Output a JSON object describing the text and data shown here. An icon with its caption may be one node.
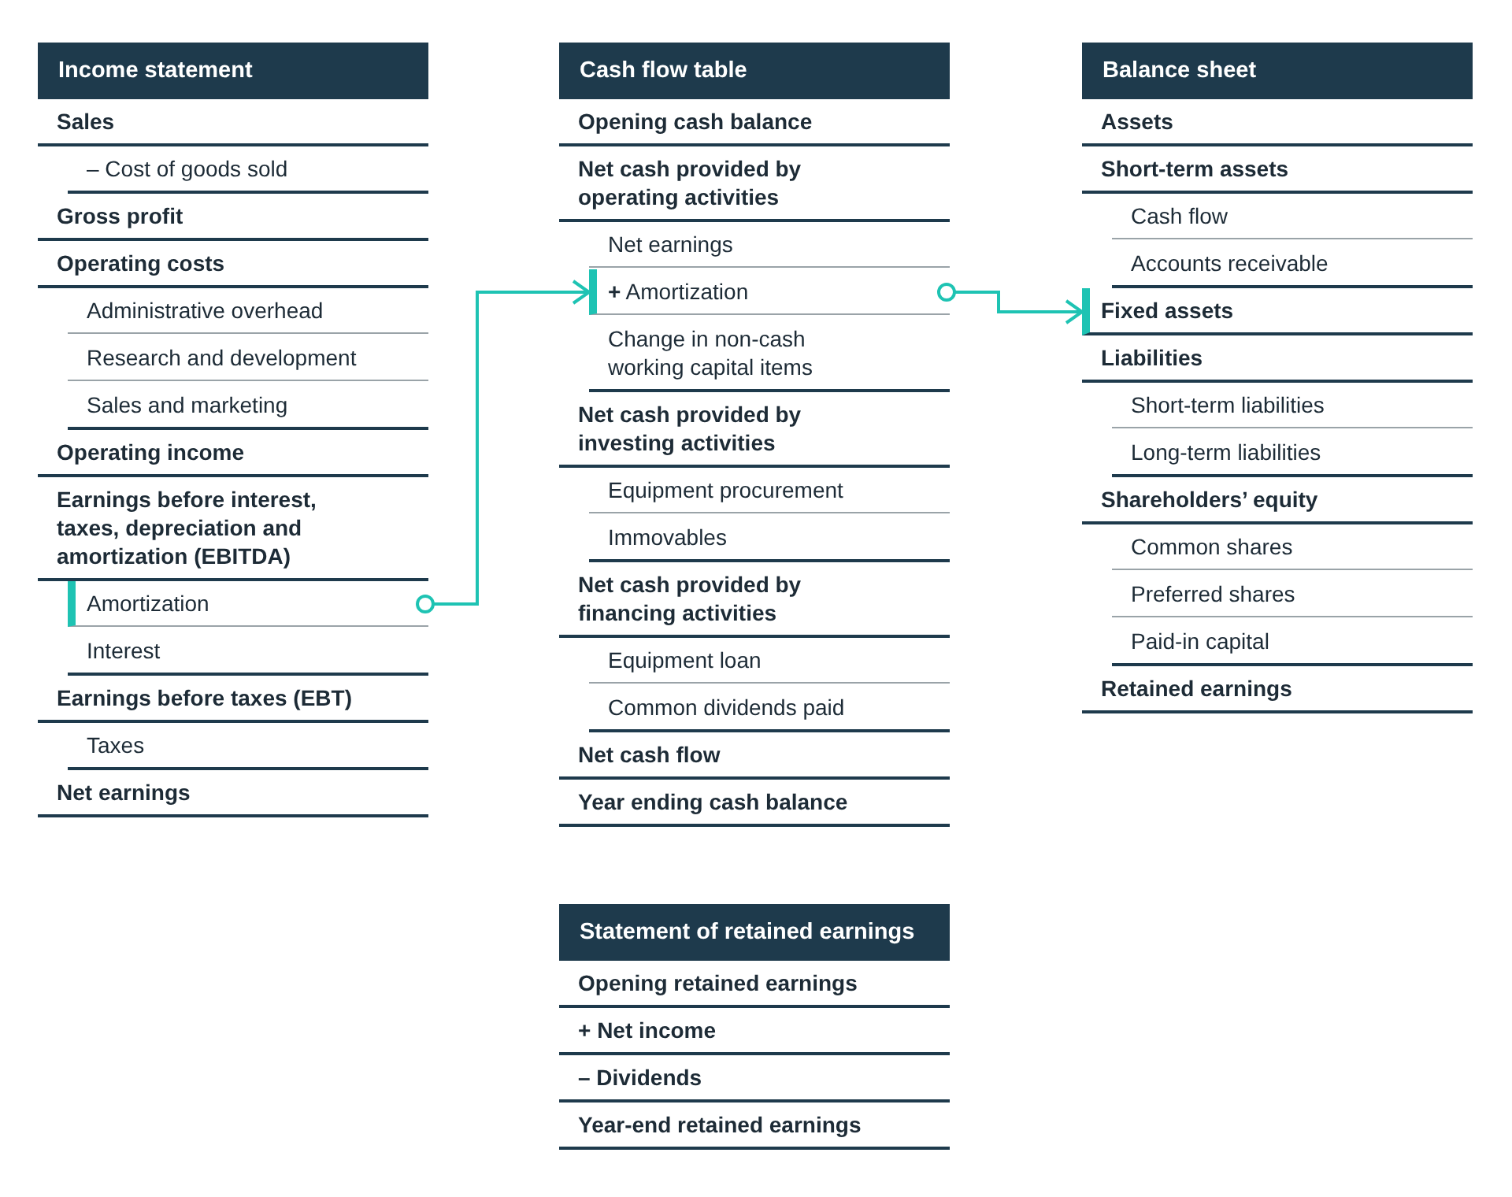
{
  "diagram": {
    "nodes": [
      {
        "text": [
          "Income statement"
        ]
      },
      {
        "text": [
          "Sales"
        ]
      },
      {
        "text": [
          "– Cost of goods sold"
        ]
      },
      {
        "text": [
          "Gross profit"
        ]
      },
      {
        "text": [
          "Operating costs"
        ]
      },
      {
        "text": [
          "Administrative overhead"
        ]
      },
      {
        "text": [
          "Research and development"
        ]
      },
      {
        "text": [
          "Sales and marketing"
        ]
      },
      {
        "text": [
          "Operating income"
        ]
      },
      {
        "text": [
          "Earnings before interest, taxes, depreciation and amortization (EBITDA)"
        ]
      },
      {
        "text": [
          "Amortization"
        ]
      },
      {
        "text": [
          "Interest"
        ]
      },
      {
        "text": [
          "Earnings before taxes (EBT)"
        ]
      },
      {
        "text": [
          "Taxes"
        ]
      },
      {
        "text": [
          "Net earnings"
        ]
      },
      {
        "text": [
          "Cash flow table"
        ]
      },
      {
        "text": [
          "Opening cash balance"
        ]
      },
      {
        "text": [
          "Net cash provided by operating activities"
        ]
      },
      {
        "text": [
          "Net earnings"
        ]
      },
      {
        "text": [
          "**+** Amortization"
        ]
      },
      {
        "text": [
          "Change in non-cash working capital items"
        ]
      },
      {
        "text": [
          "Net cash provided by investing activities"
        ]
      },
      {
        "text": [
          "Equipment procurement"
        ]
      },
      {
        "text": [
          "Immovables"
        ]
      },
      {
        "text": [
          "Net cash provided by financing activities"
        ]
      },
      {
        "text": [
          "Equipment loan"
        ]
      },
      {
        "text": [
          "Common dividends paid"
        ]
      },
      {
        "text": [
          "Net cash flow"
        ]
      },
      {
        "text": [
          "Year ending cash balance"
        ]
      },
      {
        "text": [
          "Balance sheet"
        ]
      },
      {
        "text": [
          "Assets"
        ]
      },
      {
        "text": [
          "Short-term assets"
        ]
      },
      {
        "text": [
          "Cash flow"
        ]
      },
      {
        "text": [
          "Accounts receivable"
        ]
      },
      {
        "text": [
          "Fixed assets"
        ]
      },
      {
        "text": [
          "Liabilities"
        ]
      },
      {
        "text": [
          "Short-term liabilities"
        ]
      },
      {
        "text": [
          "Long-term liabilities"
        ]
      },
      {
        "text": [
          "Shareholders’ equity"
        ]
      },
      {
        "text": [
          "Common shares"
        ]
      },
      {
        "text": [
          "Preferred shares"
        ]
      },
      {
        "text": [
          "Paid-in capital"
        ]
      },
      {
        "text": [
          "Retained earnings"
        ]
      },
      {
        "text": [
          "Statement of retained earnings"
        ]
      },
      {
        "text": [
          "Opening retained earnings"
        ]
      },
      {
        "text": [
          "+ Net income"
        ]
      },
      {
        "text": [
          "– Dividends"
        ]
      },
      {
        "text": [
          "Year-end retained earnings"
        ]
      }
    ],
    "edges": [
      {
        "from": 10,
        "to": 19,
        "arrow": "to"
      },
      {
        "from": 19,
        "to": 34,
        "arrow": "to"
      }
    ]
  }
}
